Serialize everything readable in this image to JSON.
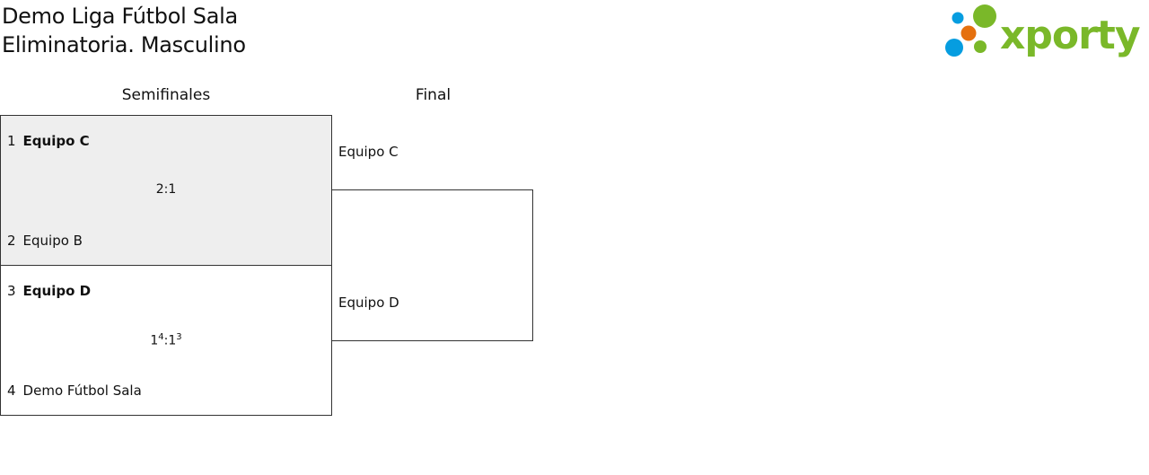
{
  "header": {
    "title": "Demo Liga Fútbol Sala",
    "subtitle": "Eliminatoria. Masculino",
    "logo_text": "xporty"
  },
  "colors": {
    "logo_green": "#7ab829",
    "logo_blue": "#069de0",
    "logo_orange": "#e5700f",
    "highlight": "#eeeeee"
  },
  "rounds": [
    "Semifinales",
    "Final"
  ],
  "semifinals": [
    {
      "home": {
        "seed": "1",
        "name": "Equipo C"
      },
      "away": {
        "seed": "2",
        "name": "Equipo B"
      },
      "score": {
        "home": "2",
        "away": "1"
      }
    },
    {
      "home": {
        "seed": "3",
        "name": "Equipo D"
      },
      "away": {
        "seed": "4",
        "name": "Demo Fútbol Sala"
      },
      "score": {
        "home": "1",
        "home_pen": "4",
        "away": "1",
        "away_pen": "3"
      }
    }
  ],
  "final": {
    "home": "Equipo C",
    "away": "Equipo D"
  }
}
